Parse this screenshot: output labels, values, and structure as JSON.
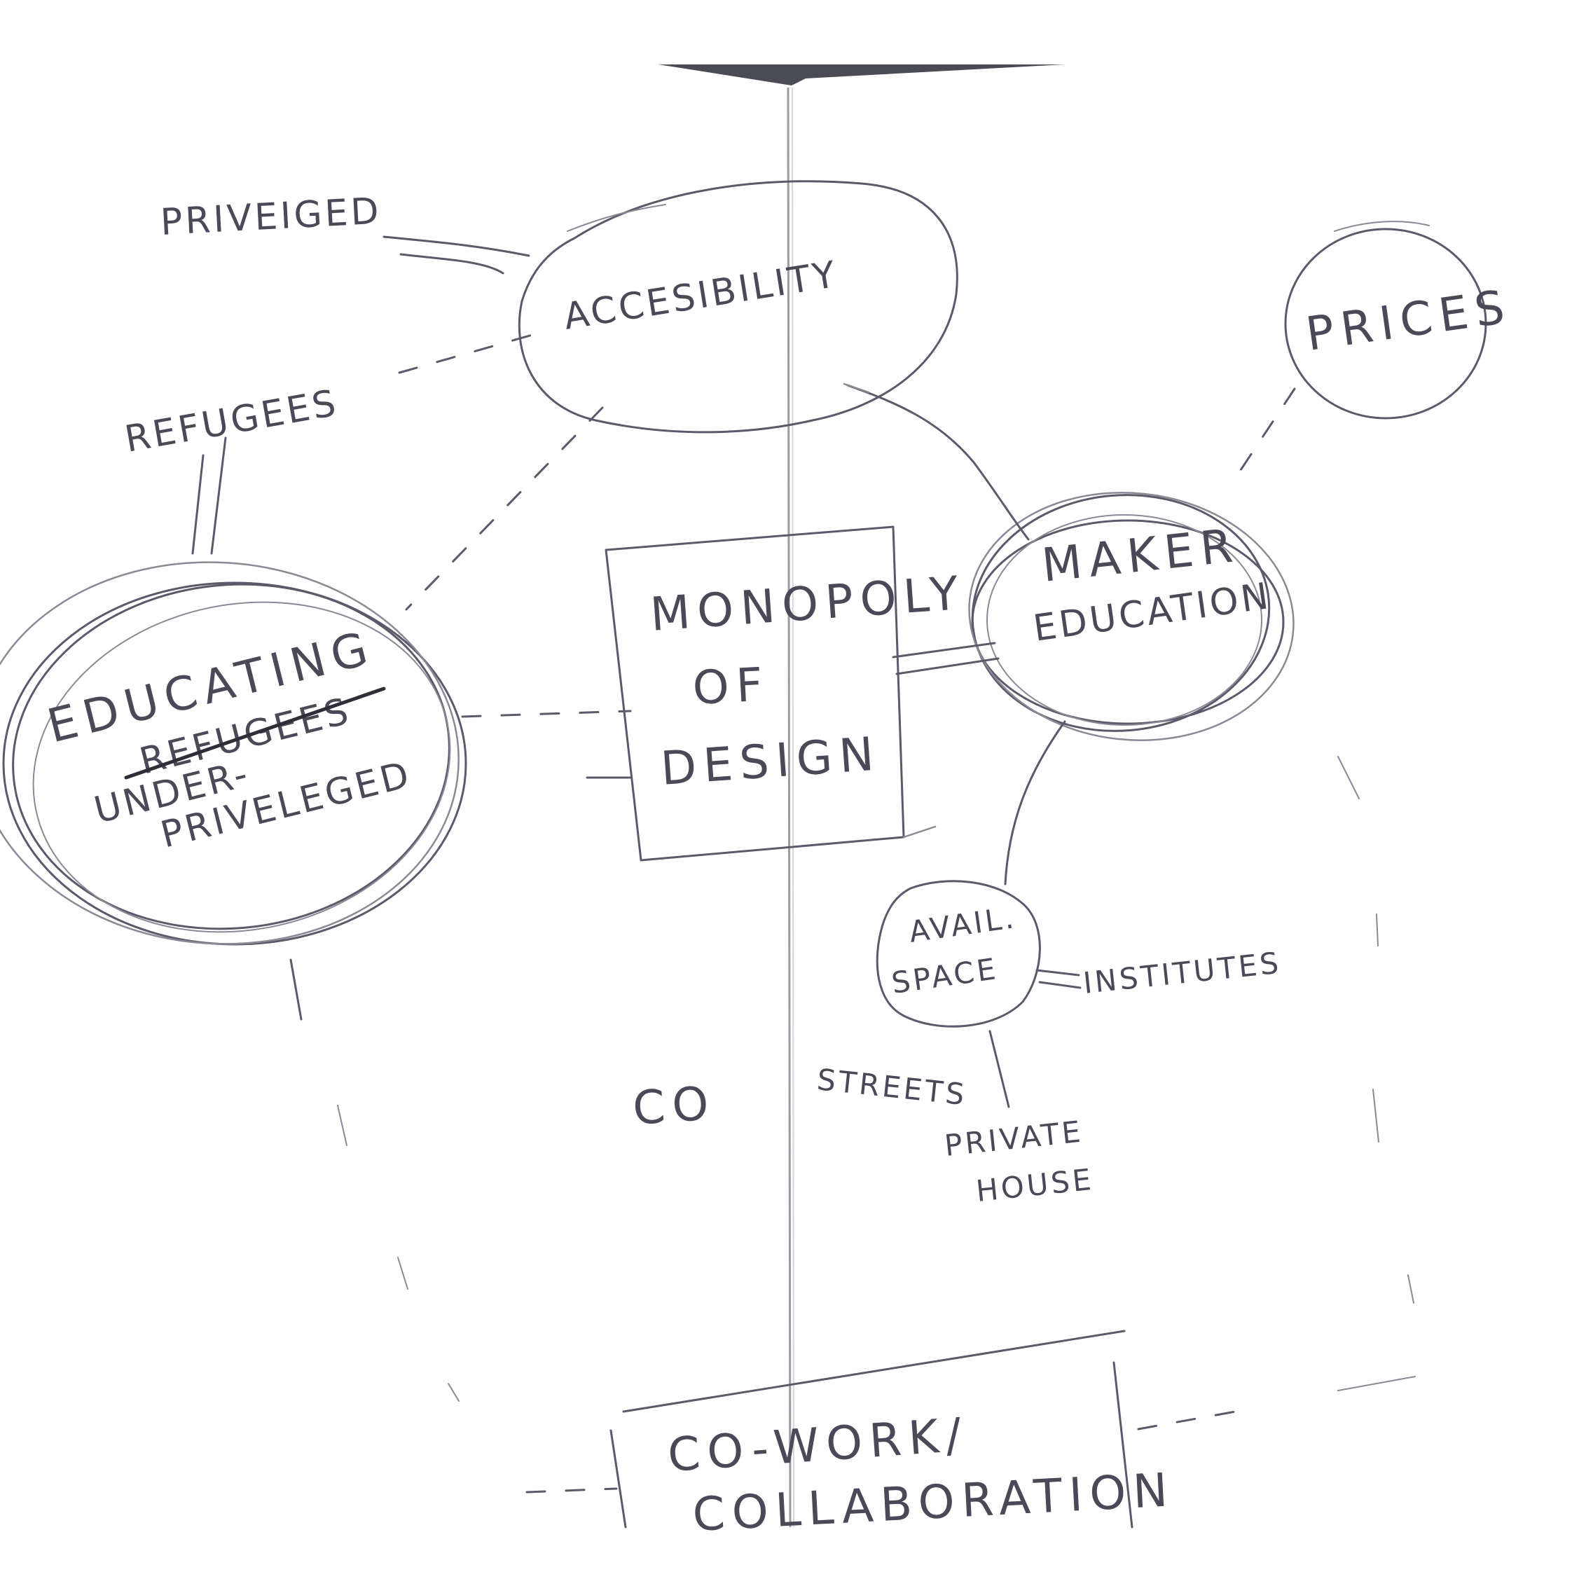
{
  "nodes": {
    "accessibility": "ACCESIBILITY",
    "privileged": "PRIVEIGED",
    "refugees": "REFUGEES",
    "educating": {
      "line1": "EDUCATING",
      "struck": "REFUGEES",
      "line2": "UNDER-",
      "line3": "PRIVELEGED"
    },
    "monopoly": {
      "line1": "MONOPOLY",
      "line2": "OF",
      "line3": "DESIGN"
    },
    "maker": {
      "line1": "MAKER",
      "line2": "EDUCATION"
    },
    "prices": "PRICES",
    "avail_space": {
      "line1": "AVAIL.",
      "line2": "SPACE"
    },
    "institutes": "INSTITUTES",
    "streets": "STREETS",
    "private_house": {
      "line1": "PRIVATE",
      "line2": "HOUSE"
    },
    "co_partial": "CO",
    "cowork": {
      "line1": "CO-WORK/",
      "line2": "COLLABORATION"
    }
  }
}
